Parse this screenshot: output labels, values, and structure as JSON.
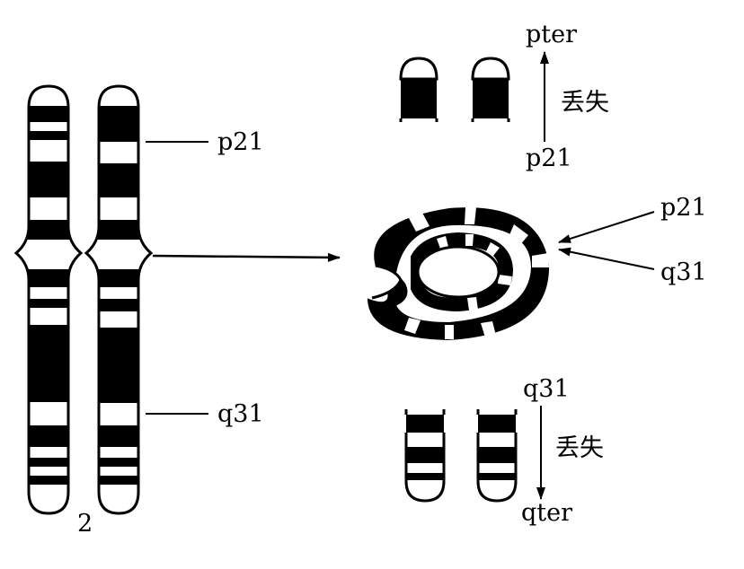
{
  "chromosome": {
    "number": "2",
    "label_p21": "p21",
    "label_q31": "q31"
  },
  "lost_pter_fragment": {
    "top_label": "pter",
    "bottom_label": "p21",
    "side_label": "丢失"
  },
  "ring_chromosome": {
    "label_p21": "p21",
    "label_q31": "q31"
  },
  "lost_qter_fragment": {
    "top_label": "q31",
    "bottom_label": "qter",
    "side_label": "丢失"
  },
  "colors": {
    "band": "#000000",
    "background": "#ffffff"
  }
}
